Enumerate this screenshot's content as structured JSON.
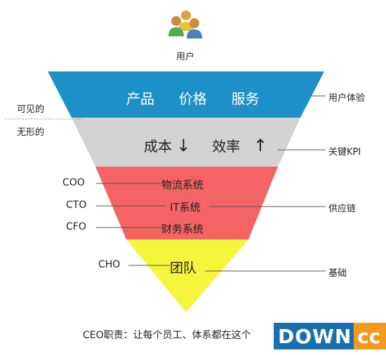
{
  "top": {
    "icon": "users-icon",
    "label": "用户"
  },
  "left_labels": {
    "visible": "可见的",
    "invisible": "无形的"
  },
  "layers": [
    {
      "name": "product-layer",
      "color": "#1e90c8",
      "items": [
        "产品",
        "价格",
        "服务"
      ],
      "side_label": "用户体验"
    },
    {
      "name": "kpi-layer",
      "color": "#d2d2d2",
      "cost": "成本",
      "cost_arrow": "↓",
      "efficiency": "效率",
      "efficiency_arrow": "↑",
      "side_label": "关键KPI"
    },
    {
      "name": "supply-layer",
      "color": "#f56464",
      "rows": [
        {
          "role": "COO",
          "text": "物流系统"
        },
        {
          "role": "CTO",
          "text": "IT系统"
        },
        {
          "role": "CFO",
          "text": "财务系统"
        }
      ],
      "side_label": "供应链"
    },
    {
      "name": "team-layer",
      "color": "#f5f53c",
      "role": "CHO",
      "text": "团队",
      "side_label": "基础"
    }
  ],
  "footer": "CEO职责：让每个员工、体系都在这个",
  "watermark": {
    "main": "DOWN",
    "dot": ".",
    "suffix": "cc"
  }
}
